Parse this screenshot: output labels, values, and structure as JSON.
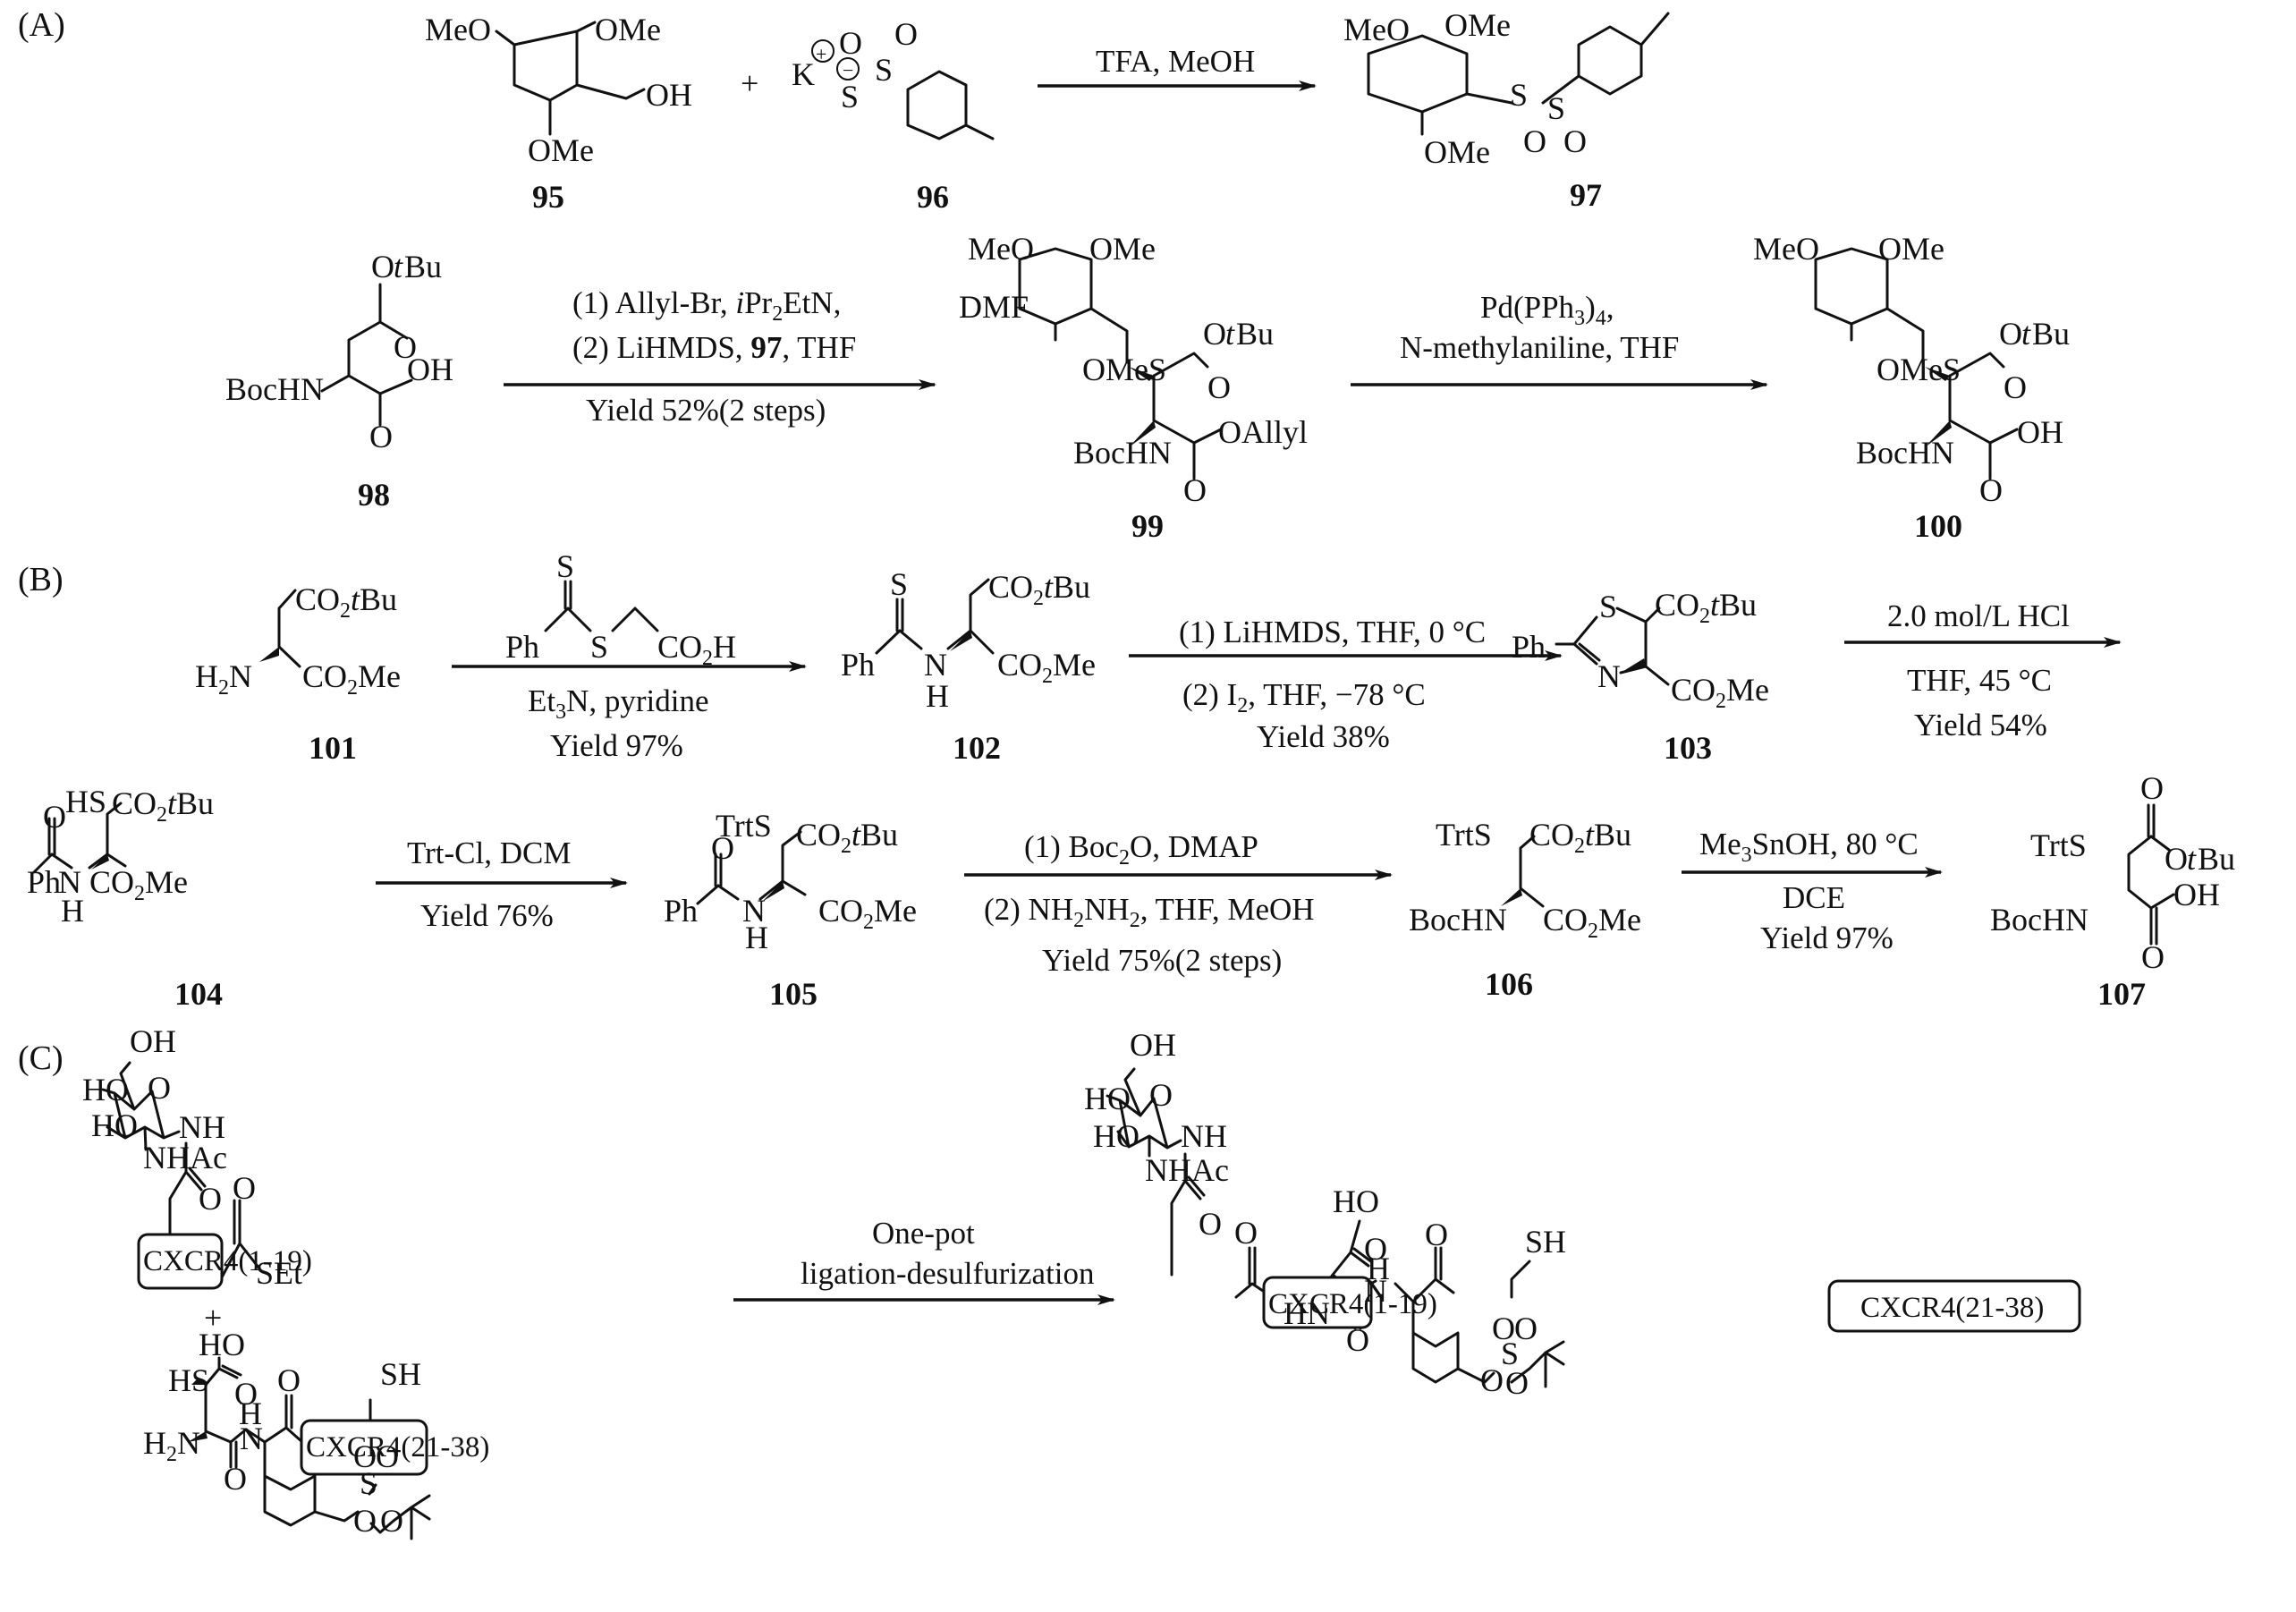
{
  "panels": {
    "a": "(A)",
    "b": "(B)",
    "c": "(C)"
  },
  "groups": {
    "MeO": "MeO",
    "OMe": "OMe",
    "OH": "OH",
    "OtBu_O": "O",
    "OtBu_t": "t",
    "OtBu_Bu": "Bu",
    "K": "K",
    "plus_sym": "+",
    "minus_sym": "−",
    "O": "O",
    "S": "S",
    "BocHN": "BocHN",
    "DMF": "DMF",
    "OMeS": "OMeS",
    "OAllyl": "OAllyl",
    "Ph": "Ph",
    "N": "N",
    "H": "H",
    "H2N_H": "H",
    "H2N_2": "2",
    "H2N_N": "N",
    "CO": "CO",
    "sub2": "2",
    "tBu": "tBu",
    "Me": "Me",
    "HS": "HS",
    "TrtS": "TrtS",
    "HO": "HO",
    "NH": "NH",
    "NHAc": "NHAc",
    "SEt": "SEt",
    "SH": "SH",
    "HN": "HN",
    "CO2H_H": "H",
    "plus": "+"
  },
  "compounds": {
    "c95": "95",
    "c96": "96",
    "c97": "97",
    "c98": "98",
    "c99": "99",
    "c100": "100",
    "c101": "101",
    "c102": "102",
    "c103": "103",
    "c104": "104",
    "c105": "105",
    "c106": "106",
    "c107": "107"
  },
  "peptides": {
    "p1": "CXCR4(1-19)",
    "p2": "CXCR4(21-38)"
  },
  "conditions": {
    "a1": {
      "top": "TFA, MeOH"
    },
    "a2": {
      "line1_pre": "(1) Allyl-Br, ",
      "line1_i": "i",
      "line1_mid": "Pr",
      "line1_sub": "2",
      "line1_post": "EtN,",
      "line2_pre": "(2) LiHMDS, ",
      "line2_bold": "97",
      "line2_post": ", THF",
      "line3": "Yield 52%(2 steps)"
    },
    "a3": {
      "line1_pre": "Pd(PPh",
      "line1_sub1": "3",
      "line1_mid": ")",
      "line1_sub2": "4",
      "line1_post": ",",
      "line2": "N-methylaniline, THF"
    },
    "b1": {
      "below1_pre": "Et",
      "below1_sub": "3",
      "below1_post": "N, pyridine",
      "below2": "Yield 97%"
    },
    "b2": {
      "top": "(1) LiHMDS, THF, 0 °C",
      "below1_pre": "(2) I",
      "below1_sub": "2",
      "below1_post": ", THF, −78 °C",
      "below2": "Yield 38%"
    },
    "b3": {
      "top": "2.0 mol/L HCl",
      "below1": "THF, 45 °C",
      "below2": "Yield 54%"
    },
    "b4": {
      "top": "Trt-Cl, DCM",
      "below": "Yield 76%"
    },
    "b5": {
      "top_pre": "(1) Boc",
      "top_sub": "2",
      "top_post": "O, DMAP",
      "below1_pre": "(2) NH",
      "below1_sub1": "2",
      "below1_mid": "NH",
      "below1_sub2": "2",
      "below1_post": ", THF, MeOH",
      "below2": "Yield 75%(2 steps)"
    },
    "b6": {
      "top_pre": "Me",
      "top_sub": "3",
      "top_post": "SnOH, 80 °C",
      "below1": "DCE",
      "below2": "Yield 97%"
    },
    "c1": {
      "line1": "One-pot",
      "line2": "ligation-desulfurization"
    }
  }
}
